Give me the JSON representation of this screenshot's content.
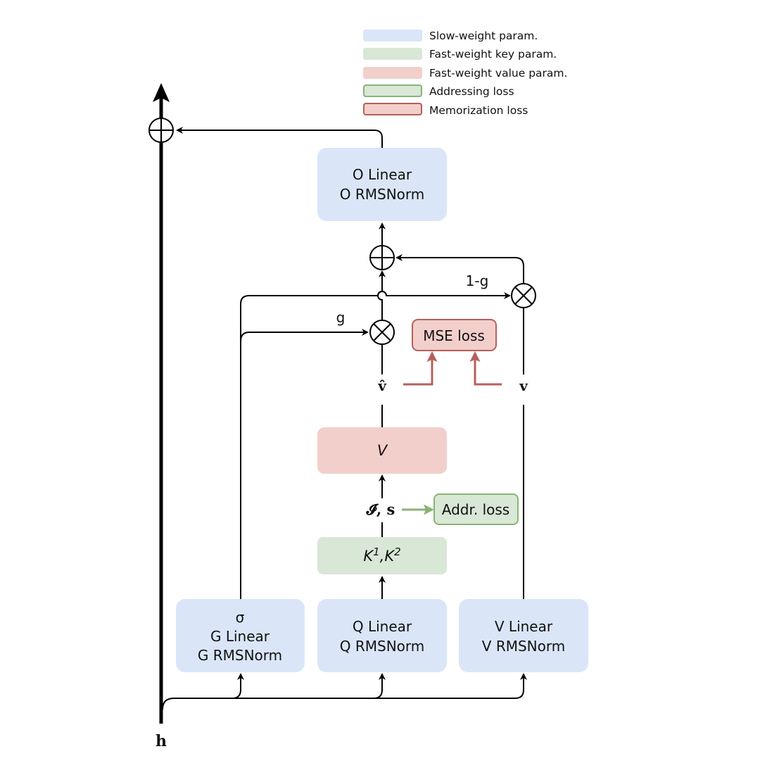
{
  "colors": {
    "slow_weight": "#dae6f8",
    "fast_key": "#d8e7d6",
    "fast_value": "#f2cfcb",
    "addr_border": "#8ab373",
    "mem_border": "#b5605c",
    "mem_arrow": "#b5605c",
    "addr_arrow": "#8ab373",
    "line": "#000000"
  },
  "legend": [
    {
      "label": "Slow-weight param.",
      "kind": "slow_weight"
    },
    {
      "label": "Fast-weight key param.",
      "kind": "fast_key"
    },
    {
      "label": "Fast-weight value param.",
      "kind": "fast_value"
    },
    {
      "label": "Addressing loss",
      "kind": "addressing_loss"
    },
    {
      "label": "Memorization loss",
      "kind": "memorization_loss"
    }
  ],
  "blocks": {
    "o_proj": {
      "lines": [
        "O Linear",
        "O RMSNorm"
      ]
    },
    "value_memory": {
      "label": "V"
    },
    "keys": {
      "label": "K",
      "sup1": "1",
      "sep": ",",
      "label2": "K",
      "sup2": "2"
    },
    "g_proj": {
      "lines": [
        "σ",
        "G Linear",
        "G RMSNorm"
      ]
    },
    "q_proj": {
      "lines": [
        "Q Linear",
        "Q RMSNorm"
      ]
    },
    "v_proj": {
      "lines": [
        "V Linear",
        "V RMSNorm"
      ]
    },
    "mse_loss": {
      "label": "MSE loss"
    },
    "addr_loss": {
      "label": "Addr. loss"
    }
  },
  "symbols": {
    "input": "h",
    "v_hat": "v̂",
    "v": "v",
    "indices_scores": "𝓘, s",
    "gate": "g",
    "one_minus_gate": "1-g"
  }
}
